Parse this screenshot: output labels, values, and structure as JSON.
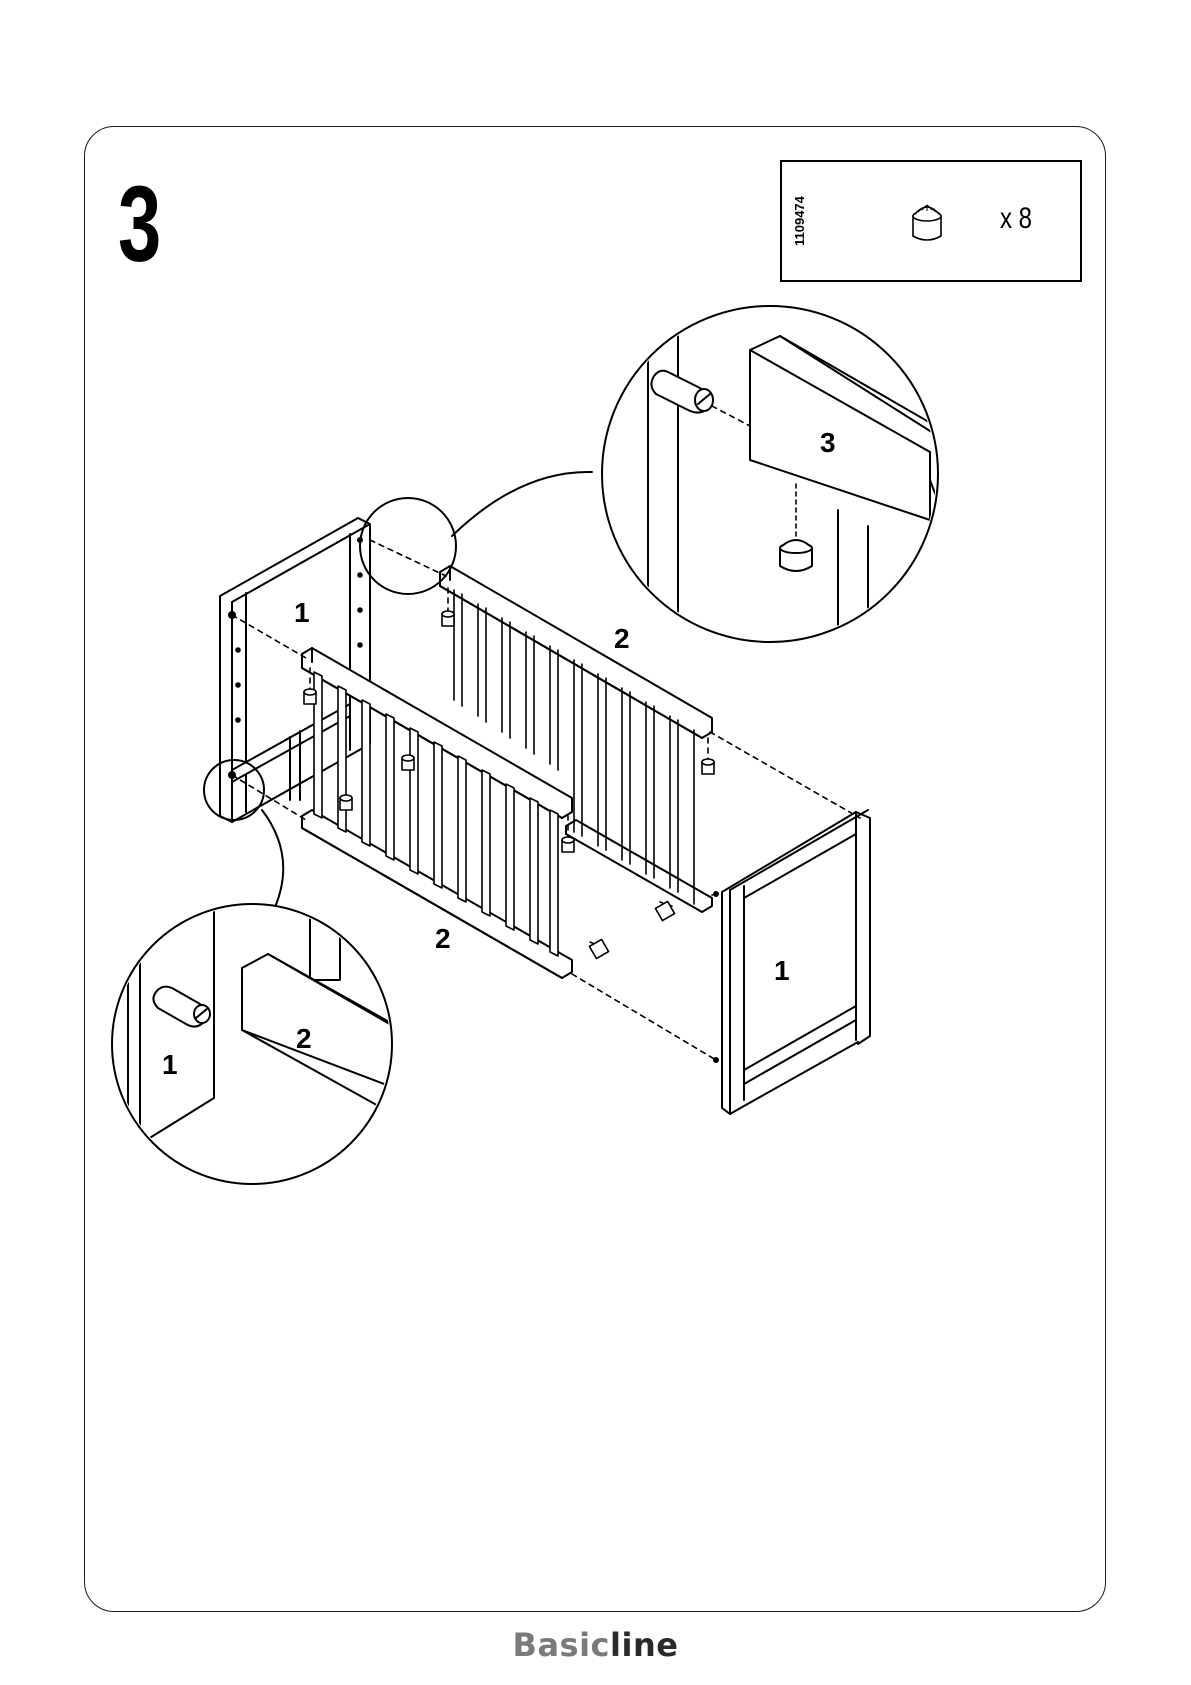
{
  "step": {
    "number": "3"
  },
  "parts": {
    "part_number": "1109474",
    "quantity_label": "x 8",
    "icon": "cam-lock-nut-icon"
  },
  "labels": {
    "end_panel_back": "1",
    "end_panel_front": "1",
    "side_rail_back": "2",
    "side_rail_front": "2",
    "detail_top_part": "3",
    "detail_bottom_end": "1",
    "detail_bottom_rail": "2"
  },
  "brand": {
    "part1": "Basic",
    "part2": "line"
  },
  "colors": {
    "line": "#000000",
    "brand_light": "#7a7a7a",
    "brand_dark": "#2a2a2a"
  }
}
